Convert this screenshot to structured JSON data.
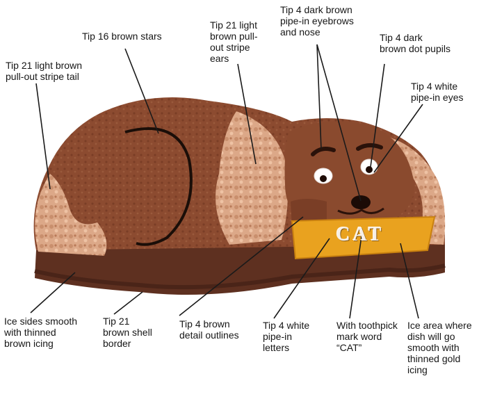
{
  "labels": {
    "tail": "Tip 21 light brown\npull-out stripe tail",
    "stars": "Tip 16 brown stars",
    "ears": "Tip 21 light\nbrown pull-\nout stripe\nears",
    "eyebrows_nose": "Tip 4 dark brown\npipe-in eyebrows\nand nose",
    "pupils": "Tip 4 dark\nbrown dot pupils",
    "eyes": "Tip 4 white\npipe-in eyes",
    "sides": "Ice sides  smooth\nwith thinned\nbrown icing",
    "shell_border": "Tip 21\nbrown shell\nborder",
    "detail_outlines": "Tip 4 brown\ndetail outlines",
    "letters": "Tip 4 white\npipe-in\nletters",
    "toothpick": "With toothpick\nmark word\n“CAT”",
    "dish_area": "Ice area where\ndish will go\nsmooth with\nthinned gold\nicing"
  },
  "cake_word": "CAT",
  "colors": {
    "body_brown": "#8a4a2e",
    "light_brown": "#d9a684",
    "dark_brown": "#3a1a10",
    "gold": "#e9a21f",
    "line": "#1a1a1a"
  }
}
